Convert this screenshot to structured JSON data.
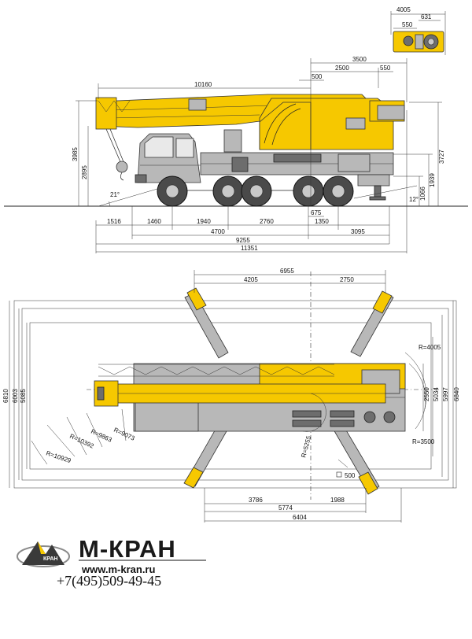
{
  "brand": {
    "name": "М-КРАН",
    "logo_text": "КРАН",
    "website": "www.m-kran.ru",
    "phone": "+7(495)509-49-45",
    "colors": {
      "crane_yellow": "#f6c800",
      "body_grey": "#b8b8b8",
      "logo_dark": "#3a3a3a"
    }
  },
  "side_view": {
    "top_dims": [
      "10160",
      "3500",
      "2500",
      "550",
      "500"
    ],
    "left_heights": [
      "3985",
      "2895"
    ],
    "right_heights": [
      "3727",
      "1939",
      "1066"
    ],
    "angles": {
      "front": "21°",
      "rear": "12°"
    },
    "bottom_dims_row1": [
      "1516",
      "1460",
      "1940",
      "2760",
      "675",
      "1350",
      "3095"
    ],
    "bottom_dims_row2": [
      "4700",
      "9255",
      "11351"
    ]
  },
  "counterweight_inset": {
    "dims": [
      "4005",
      "631",
      "550"
    ]
  },
  "top_view": {
    "top_dims": [
      "6955",
      "4205",
      "2750"
    ],
    "left_widths": [
      "6810",
      "6003",
      "5085"
    ],
    "right_widths": [
      "2550",
      "5034",
      "5997",
      "6840"
    ],
    "radii": [
      "R=4005",
      "R=3500",
      "R=5255",
      "R=9073",
      "R=9863",
      "R=10392",
      "R=10929"
    ],
    "square_label": "500",
    "bottom_dims": [
      "3786",
      "1988",
      "5774",
      "6404"
    ]
  }
}
